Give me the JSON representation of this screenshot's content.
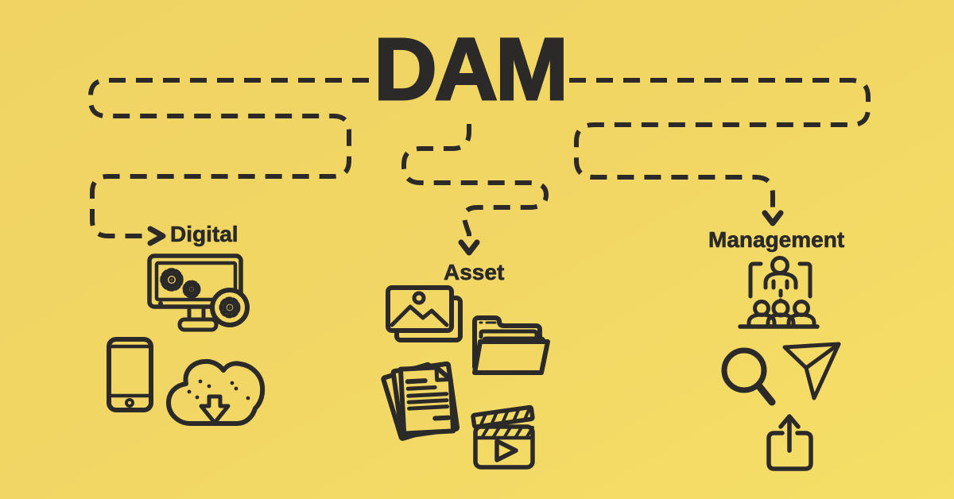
{
  "title": "DAM",
  "colors": {
    "background": "#f2d765",
    "ink": "#2b2a28"
  },
  "branches": [
    {
      "id": "digital",
      "label": "Digital",
      "icons": [
        "monitor-gears-icon",
        "smartphone-icon",
        "cloud-download-icon"
      ]
    },
    {
      "id": "asset",
      "label": "Asset",
      "icons": [
        "photos-icon",
        "folder-icon",
        "documents-icon",
        "clapperboard-icon"
      ]
    },
    {
      "id": "management",
      "label": "Management",
      "icons": [
        "team-icon",
        "search-icon",
        "paper-plane-icon",
        "upload-icon"
      ]
    }
  ]
}
